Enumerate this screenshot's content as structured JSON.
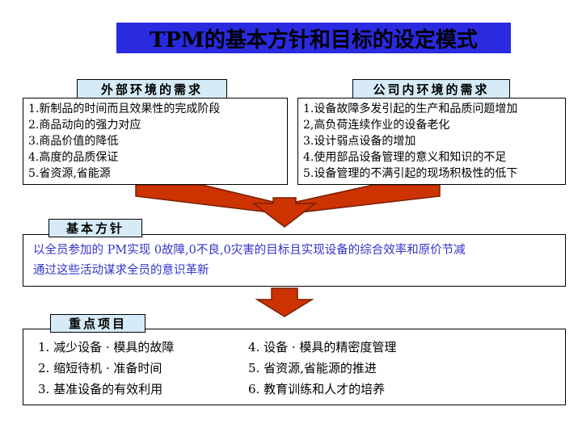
{
  "title": "TPM的基本方针和目标的设定模式",
  "external": {
    "header": "外部环境的需求",
    "items": [
      "1.新制品的时间而且效果性的完成阶段",
      "2.商品动向的强力对应",
      "3.商品价值的降低",
      "4.高度的品质保证",
      "5.省资源,省能源"
    ]
  },
  "internal": {
    "header": "公司内环境的需求",
    "items": [
      "1.设备故障多发引起的生产和品质问题增加",
      "2,高负荷连续作业的设备老化",
      "3.设计弱点设备的增加",
      "4.使用部品设备管理的意义和知识的不足",
      "5.设备管理的不满引起的现场积极性的低下"
    ]
  },
  "policy": {
    "header": "基本方针",
    "lines": [
      "以全员参加的 PM实现 0故障,0不良,0灾害的目标且实现设备的综合效率和原价节减",
      "通过这些活动谋求全员的意识革新"
    ]
  },
  "projects": {
    "header": "重点项目",
    "rows": [
      [
        "1. 减少设备 · 模具的故障",
        "4. 设备 · 模具的精密度管理"
      ],
      [
        "2. 缩短待机 · 准备时间",
        "5. 省资源,省能源的推进"
      ],
      [
        "3. 基准设备的有效利用",
        "6. 教育训练和人才的培养"
      ]
    ]
  },
  "colors": {
    "title_bg": "#2a2ae0",
    "header_bg": "#d6ebf7",
    "arrow_fill": "#cc3300",
    "arrow_stroke": "#7a1f00",
    "policy_text": "#3333cc"
  }
}
